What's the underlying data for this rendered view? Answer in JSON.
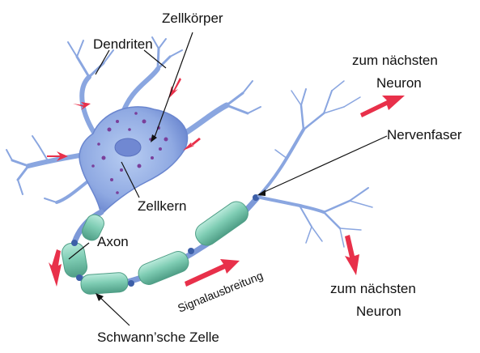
{
  "labels": {
    "zellkoerper": "Zellkörper",
    "dendriten": "Dendriten",
    "zum_naechsten_top_1": "zum nächsten",
    "zum_naechsten_top_2": "Neuron",
    "nervenfaser": "Nervenfaser",
    "zellkern": "Zellkern",
    "axon": "Axon",
    "signalausbreitung": "Signalausbreitung",
    "zum_naechsten_bottom_1": "zum nächsten",
    "zum_naechsten_bottom_2": "Neuron",
    "schwann_zelle": "Schwann’sche Zelle"
  },
  "colors": {
    "neuron_fill": "#9ab4e8",
    "neuron_dark": "#5a77c4",
    "nucleus": "#6f86cf",
    "granules": "#7a3f9a",
    "myelin": "#7fcdb4",
    "myelin_dark": "#4f9e86",
    "node": "#3d5fa8",
    "arrow_red": "#e8304a",
    "leader": "#111111"
  },
  "icons": {
    "signal_arrow": "red-arrow-icon"
  }
}
